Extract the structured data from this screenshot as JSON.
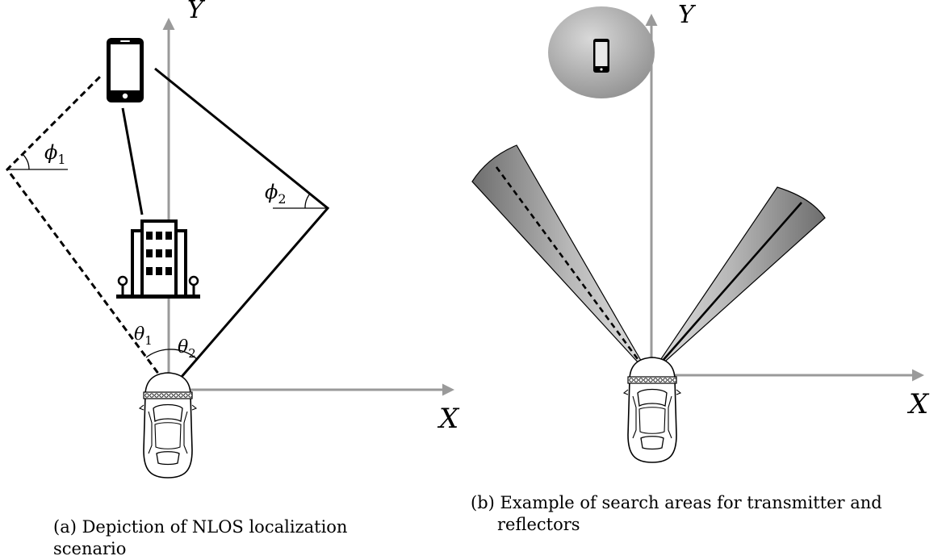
{
  "panel_a": {
    "axis_x": "X",
    "axis_y": "Y",
    "phi1": "ϕ",
    "phi1_sub": "1",
    "phi2": "ϕ",
    "phi2_sub": "2",
    "theta1": "θ",
    "theta1_sub": "1",
    "theta2": "θ",
    "theta2_sub": "2",
    "caption_tag": "(a)",
    "caption": "Depiction of NLOS localization scenario"
  },
  "panel_b": {
    "axis_x": "X",
    "axis_y": "Y",
    "caption_tag": "(b)",
    "caption_line1": "Example of search areas for transmitter and",
    "caption_line2": "reflectors"
  },
  "colors": {
    "axis": "#9a9a9a",
    "line": "#000000",
    "beam_dark": "#6e6e6e",
    "beam_light": "#d4d4d4"
  },
  "icons": [
    "phone-icon",
    "building-icon",
    "car-icon",
    "phone-icon"
  ]
}
